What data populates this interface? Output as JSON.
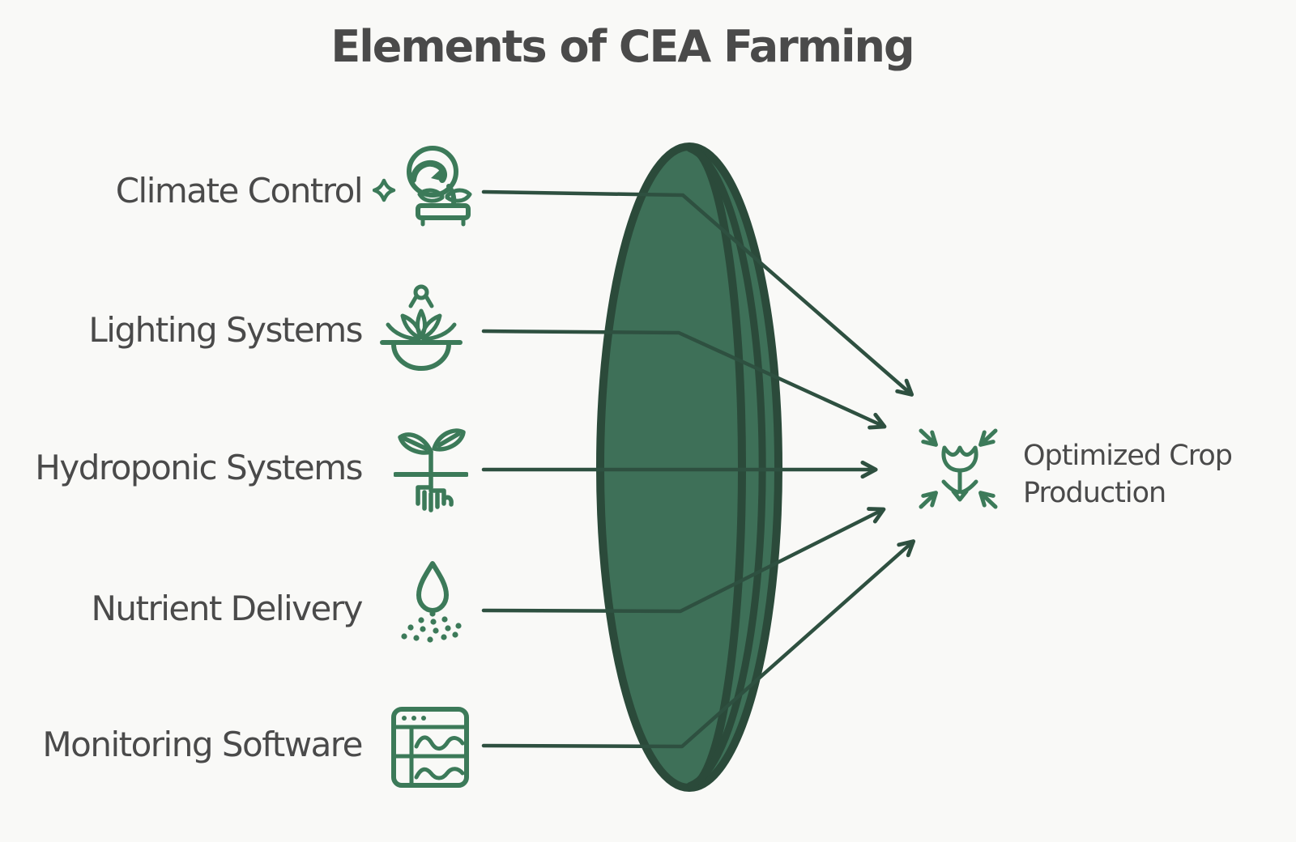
{
  "title": "Elements of CEA Farming",
  "inputs": [
    {
      "label": "Climate Control",
      "icon": "climate-control-icon"
    },
    {
      "label": "Lighting Systems",
      "icon": "lighting-systems-icon"
    },
    {
      "label": "Hydroponic Systems",
      "icon": "hydroponic-systems-icon"
    },
    {
      "label": "Nutrient Delivery",
      "icon": "nutrient-delivery-icon"
    },
    {
      "label": "Monitoring Software",
      "icon": "monitoring-software-icon"
    }
  ],
  "output": {
    "line1": "Optimized Crop",
    "line2": "Production",
    "icon": "flower-convergence-icon"
  },
  "lens": {
    "name": "converging-lens"
  },
  "colors": {
    "bg": "#F9F9F7",
    "text": "#4A4A4A",
    "icon": "#3C7A59",
    "ray": "#2E5040",
    "lens_fill": "#3E7058",
    "lens_stroke": "#2B4A3A"
  }
}
